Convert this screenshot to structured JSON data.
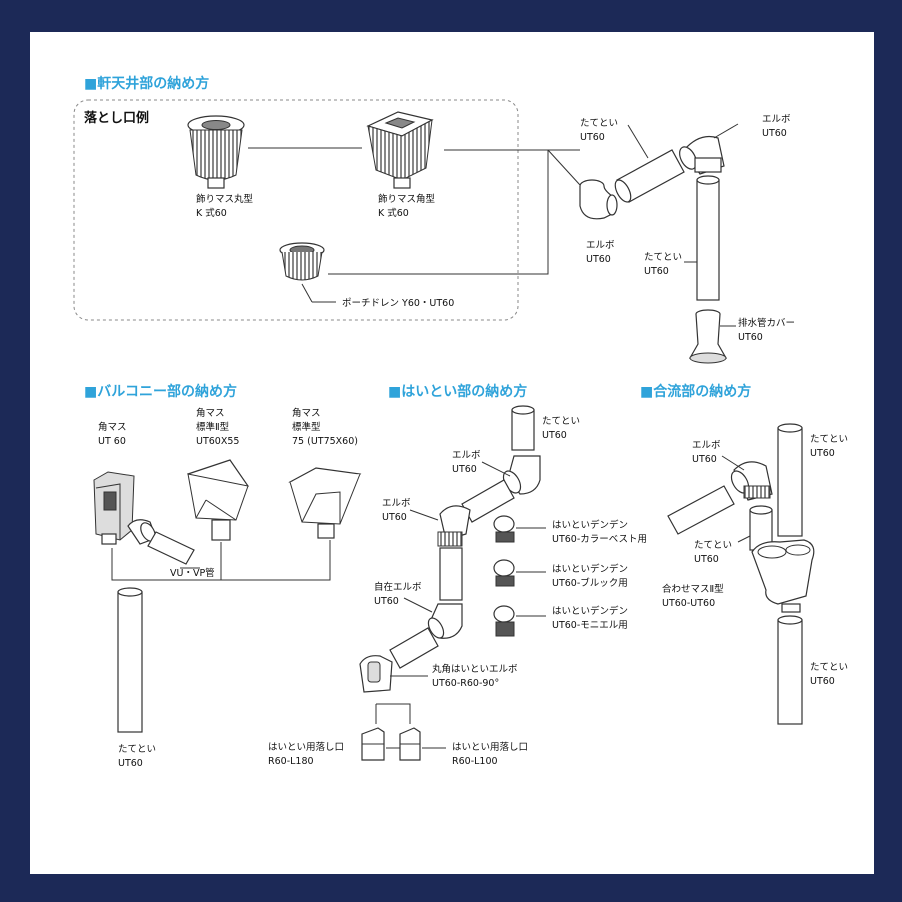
{
  "sections": {
    "soffit": {
      "heading": "■軒天井部の納め方",
      "subheading": "落とし口例",
      "labels": {
        "round_mas_1": "飾りマス丸型",
        "round_mas_2": "K 式60",
        "square_mas_1": "飾りマス角型",
        "square_mas_2": "K 式60",
        "porch_drain": "ポーチドレン Y60・UT60",
        "tateto_1": "たてとい",
        "tateto_2": "UT60",
        "elbow_top_1": "エルボ",
        "elbow_top_2": "UT60",
        "elbow_left_1": "エルボ",
        "elbow_left_2": "UT60",
        "tateto_mid_1": "たてとい",
        "tateto_mid_2": "UT60",
        "drain_cover_1": "排水管カバー",
        "drain_cover_2": "UT60"
      }
    },
    "balcony": {
      "heading": "■バルコニー部の納め方",
      "labels": {
        "kakumas_a_1": "角マス",
        "kakumas_a_2": "UT 60",
        "kakumas_b_1": "角マス",
        "kakumas_b_2": "標準Ⅱ型",
        "kakumas_b_3": "UT60X55",
        "kakumas_c_1": "角マス",
        "kakumas_c_2": "標準型",
        "kakumas_c_3": "75 (UT75X60)",
        "vu_vp": "VU・VP管",
        "tateto_1": "たてとい",
        "tateto_2": "UT60"
      }
    },
    "haitoi": {
      "heading": "■はいとい部の納め方",
      "labels": {
        "tateto_1": "たてとい",
        "tateto_2": "UT60",
        "elbow_a_1": "エルボ",
        "elbow_a_2": "UT60",
        "elbow_b_1": "エルボ",
        "elbow_b_2": "UT60",
        "denden_1a": "はいといデンデン",
        "denden_1b": "UT60-カラーベスト用",
        "denden_2a": "はいといデンデン",
        "denden_2b": "UT60-ブルック用",
        "denden_3a": "はいといデンデン",
        "denden_3b": "UT60-モニエル用",
        "free_elbow_1": "自在エルボ",
        "free_elbow_2": "UT60",
        "round_elbow_1": "丸角はいといエルボ",
        "round_elbow_2": "UT60-R60-90°",
        "outlet_a_1": "はいとい用落し口",
        "outlet_a_2": "R60-L180",
        "outlet_b_1": "はいとい用落し口",
        "outlet_b_2": "R60-L100"
      }
    },
    "junction": {
      "heading": "■合流部の納め方",
      "labels": {
        "elbow_1": "エルボ",
        "elbow_2": "UT60",
        "tateto_a_1": "たてとい",
        "tateto_a_2": "UT60",
        "tateto_b_1": "たてとい",
        "tateto_b_2": "UT60",
        "awase_1": "合わせマスⅡ型",
        "awase_2": "UT60-UT60",
        "tateto_c_1": "たてとい",
        "tateto_c_2": "UT60"
      }
    }
  }
}
